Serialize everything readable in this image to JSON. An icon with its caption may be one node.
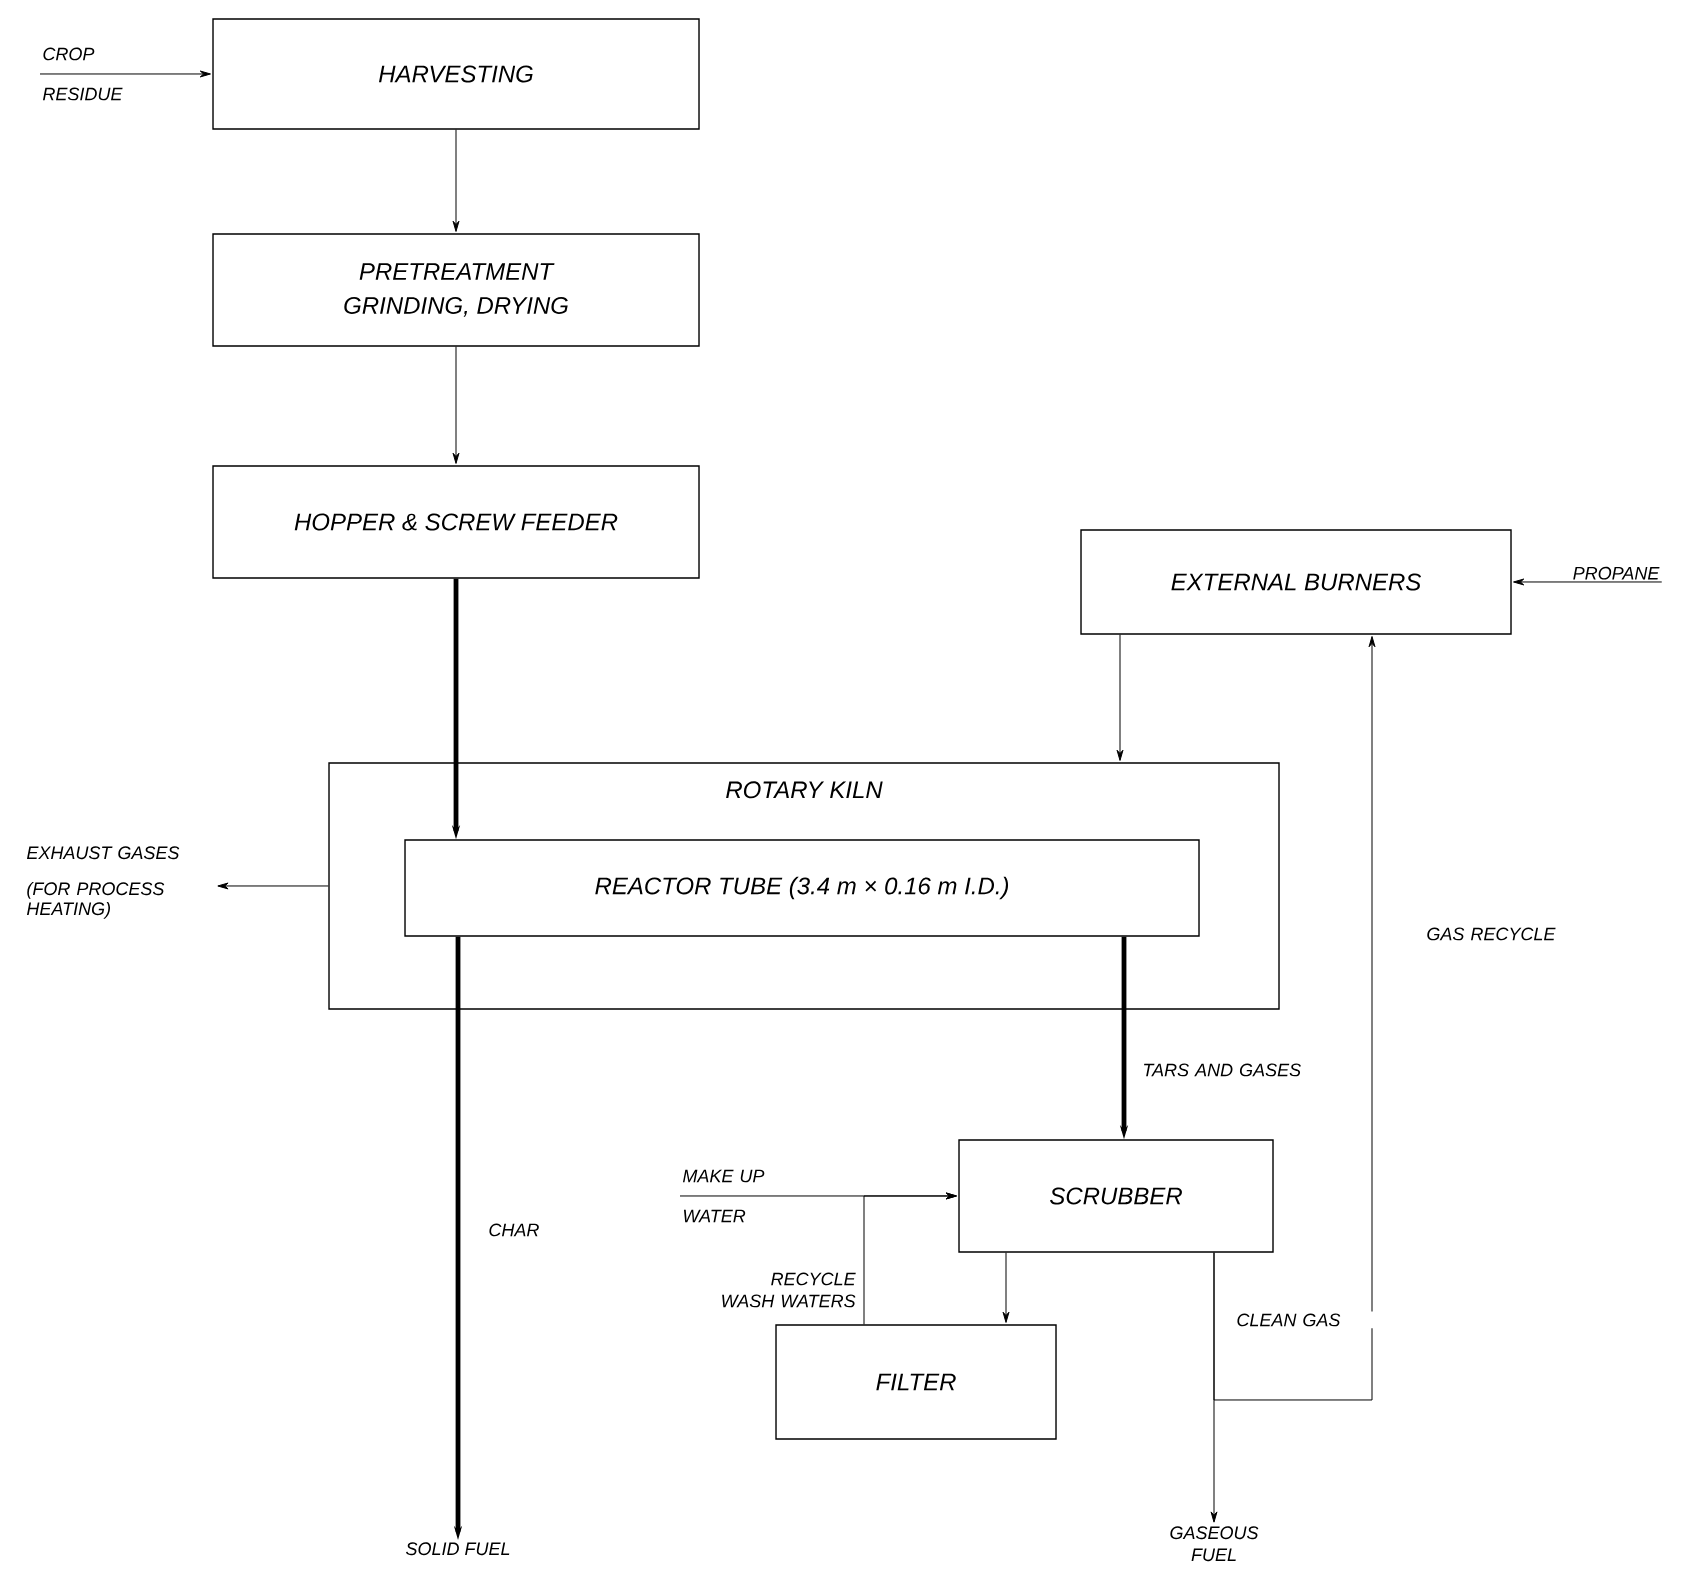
{
  "diagram": {
    "nodes": [
      {
        "text": [
          "CROP RESIDUE"
        ]
      },
      {
        "text": [
          "HARVESTING"
        ]
      },
      {
        "text": [
          "PRETREATMENT",
          "GRINDING, DRYING"
        ]
      },
      {
        "text": [
          "HOPPER & SCREW FEEDER"
        ]
      },
      {
        "text": [
          "EXTERNAL BURNERS"
        ]
      },
      {
        "text": [
          "PROPANE"
        ]
      },
      {
        "text": [
          "ROTARY KILN"
        ]
      },
      {
        "text": [
          "REACTOR TUBE (3.4 m × 0.16 m I.D.)"
        ],
        "in": 6
      },
      {
        "text": [
          "EXHAUST GASES",
          "(FOR PROCESS HEATING)"
        ]
      },
      {
        "text": [
          "SCRUBBER"
        ]
      },
      {
        "text": [
          "MAKE UP WATER"
        ]
      },
      {
        "text": [
          "FILTER"
        ]
      },
      {
        "text": [
          "SOLID FUEL"
        ]
      },
      {
        "text": [
          "GASEOUS FUEL"
        ]
      }
    ],
    "edges": [
      {
        "from": 0,
        "to": 1,
        "arrow": "to"
      },
      {
        "from": 1,
        "to": 2,
        "arrow": "to"
      },
      {
        "from": 2,
        "to": 3,
        "arrow": "to"
      },
      {
        "from": 3,
        "to": 7,
        "arrow": "to",
        "style": "thick"
      },
      {
        "from": 5,
        "to": 4,
        "arrow": "to"
      },
      {
        "from": 4,
        "to": 6,
        "arrow": "to"
      },
      {
        "from": 6,
        "to": 8,
        "arrow": "to"
      },
      {
        "from": 7,
        "to": 12,
        "arrow": "to",
        "style": "thick",
        "label": "CHAR"
      },
      {
        "from": 7,
        "to": 9,
        "arrow": "to",
        "style": "thick",
        "label": "TARS AND GASES"
      },
      {
        "from": 10,
        "to": 9,
        "arrow": "to"
      },
      {
        "from": 9,
        "to": 11,
        "arrow": "to"
      },
      {
        "from": 11,
        "to": 9,
        "arrow": "to",
        "label": "RECYCLE WASH WATERS"
      },
      {
        "from": 9,
        "to": 13,
        "arrow": "to",
        "label": "CLEAN GAS"
      },
      {
        "from": 9,
        "to": 4,
        "arrow": "to",
        "label": "GAS RECYCLE"
      }
    ]
  }
}
